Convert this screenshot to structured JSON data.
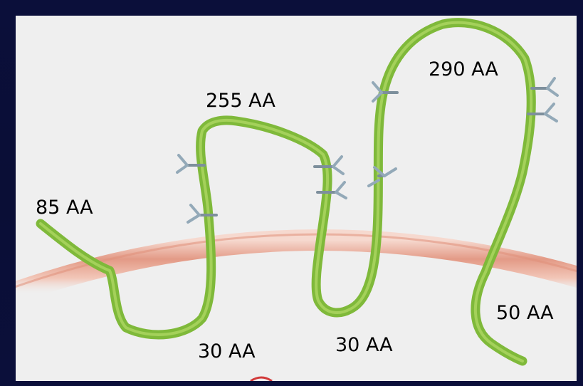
{
  "diagram": {
    "labels": {
      "n_terminus": "85 AA",
      "loop1": "255 AA",
      "loop2": "290 AA",
      "intracellular1": "30 AA",
      "intracellular2": "30 AA",
      "c_terminus": "50 AA"
    },
    "colors": {
      "background": "#0b0f3a",
      "panel": "#efefef",
      "strand": "#8bc43f",
      "strand_highlight": "#b6dd6a",
      "membrane": "#e8a38f",
      "glycan": "#8fa6b5"
    },
    "glycan_icon": "y-shaped-glycosylation-icon",
    "glycan_count": 8
  }
}
